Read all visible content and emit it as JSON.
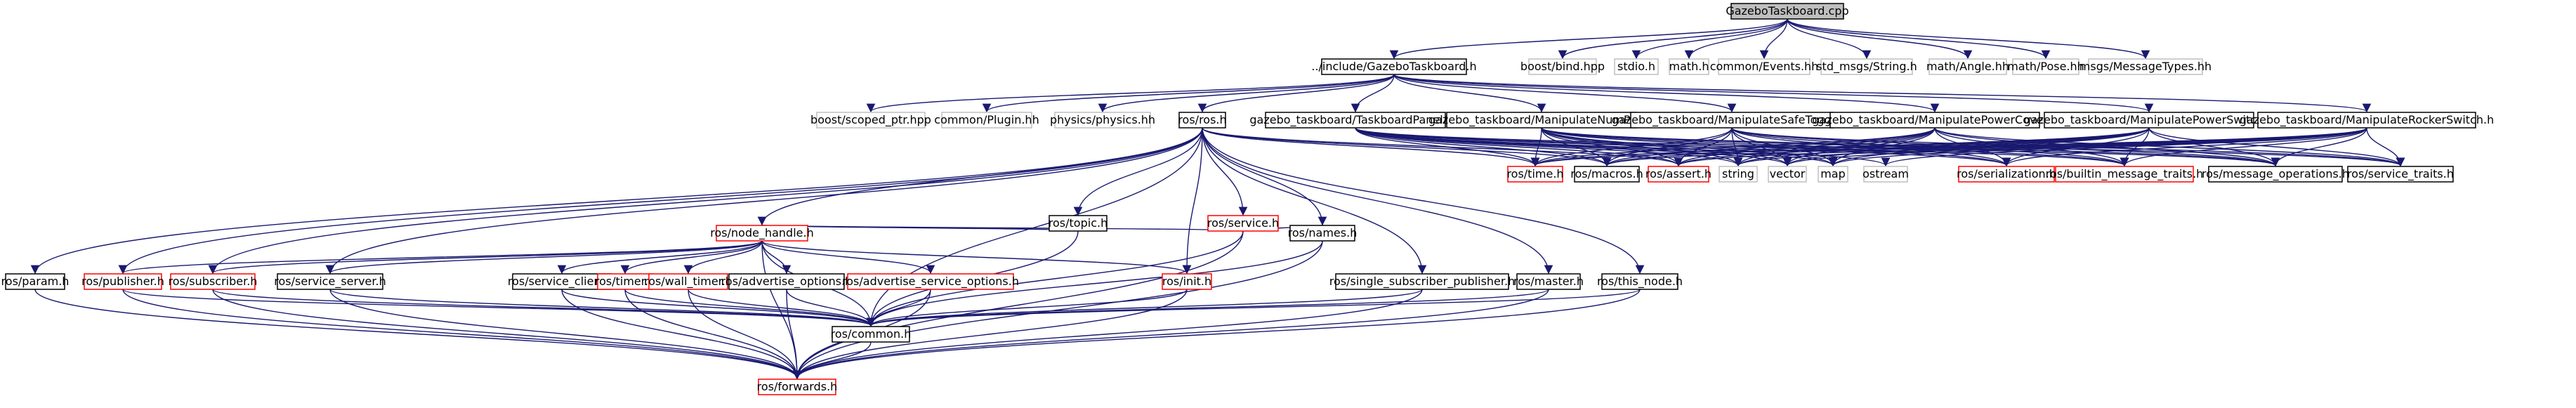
{
  "colors": {
    "root_fill": "#bfbfbf",
    "default_fill": "#ffffff",
    "border_black": "#000000",
    "border_gray": "#bfbfbf",
    "border_red": "#ff0000",
    "edge": "#191970"
  },
  "nodes": [
    {
      "id": "root",
      "label": "GazeboTaskboard.cpp",
      "style": "root"
    },
    {
      "id": "gtb_h",
      "label": "../include/GazeboTaskboard.h",
      "style": "black"
    },
    {
      "id": "boost_bind",
      "label": "boost/bind.hpp",
      "style": "gray"
    },
    {
      "id": "stdio",
      "label": "stdio.h",
      "style": "gray"
    },
    {
      "id": "math_h",
      "label": "math.h",
      "style": "gray"
    },
    {
      "id": "events",
      "label": "common/Events.hh",
      "style": "gray"
    },
    {
      "id": "std_string",
      "label": "std_msgs/String.h",
      "style": "gray"
    },
    {
      "id": "angle",
      "label": "math/Angle.hh",
      "style": "gray"
    },
    {
      "id": "pose",
      "label": "math/Pose.hh",
      "style": "gray"
    },
    {
      "id": "msgtypes",
      "label": "msgs/MessageTypes.hh",
      "style": "gray"
    },
    {
      "id": "scoped",
      "label": "boost/scoped_ptr.hpp",
      "style": "gray"
    },
    {
      "id": "plugin",
      "label": "common/Plugin.hh",
      "style": "gray"
    },
    {
      "id": "physics",
      "label": "physics/physics.hh",
      "style": "gray"
    },
    {
      "id": "ros_h",
      "label": "ros/ros.h",
      "style": "black"
    },
    {
      "id": "panel",
      "label": "gazebo_taskboard/TaskboardPanelA.h",
      "style": "black"
    },
    {
      "id": "numpad",
      "label": "gazebo_taskboard/ManipulateNumPad.h",
      "style": "black"
    },
    {
      "id": "safetoggle",
      "label": "gazebo_taskboard/ManipulateSafeToggle.h",
      "style": "black"
    },
    {
      "id": "powercover",
      "label": "gazebo_taskboard/ManipulatePowerCover.h",
      "style": "black"
    },
    {
      "id": "powerswitch",
      "label": "gazebo_taskboard/ManipulatePowerSwitch.h",
      "style": "black"
    },
    {
      "id": "rocker",
      "label": "gazebo_taskboard/ManipulateRockerSwitch.h",
      "style": "black"
    },
    {
      "id": "time",
      "label": "ros/time.h",
      "style": "red"
    },
    {
      "id": "macros",
      "label": "ros/macros.h",
      "style": "black"
    },
    {
      "id": "assert",
      "label": "ros/assert.h",
      "style": "red"
    },
    {
      "id": "string",
      "label": "string",
      "style": "gray"
    },
    {
      "id": "vector",
      "label": "vector",
      "style": "gray"
    },
    {
      "id": "map",
      "label": "map",
      "style": "gray"
    },
    {
      "id": "ostream",
      "label": "ostream",
      "style": "gray"
    },
    {
      "id": "serialization",
      "label": "ros/serialization.h",
      "style": "red"
    },
    {
      "id": "builtin",
      "label": "ros/builtin_message_traits.h",
      "style": "red"
    },
    {
      "id": "msgops",
      "label": "ros/message_operations.h",
      "style": "black"
    },
    {
      "id": "srvtraits",
      "label": "ros/service_traits.h",
      "style": "black"
    },
    {
      "id": "topic",
      "label": "ros/topic.h",
      "style": "black"
    },
    {
      "id": "service",
      "label": "ros/service.h",
      "style": "red"
    },
    {
      "id": "nodehandle",
      "label": "ros/node_handle.h",
      "style": "red"
    },
    {
      "id": "names",
      "label": "ros/names.h",
      "style": "black"
    },
    {
      "id": "param",
      "label": "ros/param.h",
      "style": "black"
    },
    {
      "id": "publisher",
      "label": "ros/publisher.h",
      "style": "red"
    },
    {
      "id": "subscriber",
      "label": "ros/subscriber.h",
      "style": "red"
    },
    {
      "id": "srvserver",
      "label": "ros/service_server.h",
      "style": "black"
    },
    {
      "id": "srvclient",
      "label": "ros/service_client.h",
      "style": "black"
    },
    {
      "id": "timer",
      "label": "ros/timer.h",
      "style": "red"
    },
    {
      "id": "walltimer",
      "label": "ros/wall_timer.h",
      "style": "red"
    },
    {
      "id": "advopts",
      "label": "ros/advertise_options.h",
      "style": "black"
    },
    {
      "id": "advsrvopts",
      "label": "ros/advertise_service_options.h",
      "style": "red"
    },
    {
      "id": "init",
      "label": "ros/init.h",
      "style": "red"
    },
    {
      "id": "singlepub",
      "label": "ros/single_subscriber_publisher.h",
      "style": "black"
    },
    {
      "id": "master",
      "label": "ros/master.h",
      "style": "black"
    },
    {
      "id": "thisnode",
      "label": "ros/this_node.h",
      "style": "black"
    },
    {
      "id": "common",
      "label": "ros/common.h",
      "style": "black"
    },
    {
      "id": "forwards",
      "label": "ros/forwards.h",
      "style": "red"
    }
  ],
  "edges": [
    [
      "root",
      "gtb_h"
    ],
    [
      "root",
      "boost_bind"
    ],
    [
      "root",
      "stdio"
    ],
    [
      "root",
      "math_h"
    ],
    [
      "root",
      "events"
    ],
    [
      "root",
      "std_string"
    ],
    [
      "root",
      "angle"
    ],
    [
      "root",
      "pose"
    ],
    [
      "root",
      "msgtypes"
    ],
    [
      "gtb_h",
      "scoped"
    ],
    [
      "gtb_h",
      "plugin"
    ],
    [
      "gtb_h",
      "physics"
    ],
    [
      "gtb_h",
      "ros_h"
    ],
    [
      "gtb_h",
      "panel"
    ],
    [
      "gtb_h",
      "numpad"
    ],
    [
      "gtb_h",
      "safetoggle"
    ],
    [
      "gtb_h",
      "powercover"
    ],
    [
      "gtb_h",
      "powerswitch"
    ],
    [
      "gtb_h",
      "rocker"
    ],
    [
      "ros_h",
      "time"
    ],
    [
      "ros_h",
      "macros"
    ],
    [
      "ros_h",
      "assert"
    ],
    [
      "ros_h",
      "topic"
    ],
    [
      "ros_h",
      "service"
    ],
    [
      "ros_h",
      "nodehandle"
    ],
    [
      "ros_h",
      "names"
    ],
    [
      "ros_h",
      "param"
    ],
    [
      "ros_h",
      "publisher"
    ],
    [
      "ros_h",
      "subscriber"
    ],
    [
      "ros_h",
      "srvserver"
    ],
    [
      "ros_h",
      "init"
    ],
    [
      "ros_h",
      "common"
    ],
    [
      "ros_h",
      "singlepub"
    ],
    [
      "ros_h",
      "master"
    ],
    [
      "ros_h",
      "thisnode"
    ],
    [
      "panel",
      "time"
    ],
    [
      "panel",
      "macros"
    ],
    [
      "panel",
      "assert"
    ],
    [
      "panel",
      "string"
    ],
    [
      "panel",
      "vector"
    ],
    [
      "panel",
      "map"
    ],
    [
      "panel",
      "ostream"
    ],
    [
      "panel",
      "serialization"
    ],
    [
      "panel",
      "builtin"
    ],
    [
      "panel",
      "msgops"
    ],
    [
      "numpad",
      "time"
    ],
    [
      "numpad",
      "macros"
    ],
    [
      "numpad",
      "assert"
    ],
    [
      "numpad",
      "string"
    ],
    [
      "numpad",
      "vector"
    ],
    [
      "numpad",
      "map"
    ],
    [
      "numpad",
      "serialization"
    ],
    [
      "numpad",
      "builtin"
    ],
    [
      "numpad",
      "msgops"
    ],
    [
      "numpad",
      "srvtraits"
    ],
    [
      "safetoggle",
      "time"
    ],
    [
      "safetoggle",
      "macros"
    ],
    [
      "safetoggle",
      "assert"
    ],
    [
      "safetoggle",
      "string"
    ],
    [
      "safetoggle",
      "vector"
    ],
    [
      "safetoggle",
      "map"
    ],
    [
      "safetoggle",
      "serialization"
    ],
    [
      "safetoggle",
      "builtin"
    ],
    [
      "safetoggle",
      "msgops"
    ],
    [
      "safetoggle",
      "srvtraits"
    ],
    [
      "powercover",
      "time"
    ],
    [
      "powercover",
      "macros"
    ],
    [
      "powercover",
      "assert"
    ],
    [
      "powercover",
      "string"
    ],
    [
      "powercover",
      "vector"
    ],
    [
      "powercover",
      "map"
    ],
    [
      "powercover",
      "serialization"
    ],
    [
      "powercover",
      "builtin"
    ],
    [
      "powercover",
      "msgops"
    ],
    [
      "powercover",
      "srvtraits"
    ],
    [
      "powerswitch",
      "time"
    ],
    [
      "powerswitch",
      "macros"
    ],
    [
      "powerswitch",
      "assert"
    ],
    [
      "powerswitch",
      "string"
    ],
    [
      "powerswitch",
      "vector"
    ],
    [
      "powerswitch",
      "map"
    ],
    [
      "powerswitch",
      "serialization"
    ],
    [
      "powerswitch",
      "builtin"
    ],
    [
      "powerswitch",
      "msgops"
    ],
    [
      "powerswitch",
      "srvtraits"
    ],
    [
      "rocker",
      "time"
    ],
    [
      "rocker",
      "macros"
    ],
    [
      "rocker",
      "assert"
    ],
    [
      "rocker",
      "string"
    ],
    [
      "rocker",
      "vector"
    ],
    [
      "rocker",
      "map"
    ],
    [
      "rocker",
      "ostream"
    ],
    [
      "rocker",
      "serialization"
    ],
    [
      "rocker",
      "builtin"
    ],
    [
      "rocker",
      "msgops"
    ],
    [
      "rocker",
      "srvtraits"
    ],
    [
      "topic",
      "nodehandle"
    ],
    [
      "topic",
      "common"
    ],
    [
      "service",
      "names"
    ],
    [
      "service",
      "nodehandle"
    ],
    [
      "service",
      "common"
    ],
    [
      "service",
      "forwards"
    ],
    [
      "nodehandle",
      "publisher"
    ],
    [
      "nodehandle",
      "subscriber"
    ],
    [
      "nodehandle",
      "srvserver"
    ],
    [
      "nodehandle",
      "srvclient"
    ],
    [
      "nodehandle",
      "timer"
    ],
    [
      "nodehandle",
      "walltimer"
    ],
    [
      "nodehandle",
      "advopts"
    ],
    [
      "nodehandle",
      "advsrvopts"
    ],
    [
      "nodehandle",
      "init"
    ],
    [
      "nodehandle",
      "common"
    ],
    [
      "nodehandle",
      "forwards"
    ],
    [
      "names",
      "common"
    ],
    [
      "names",
      "forwards"
    ],
    [
      "param",
      "forwards"
    ],
    [
      "publisher",
      "common"
    ],
    [
      "publisher",
      "forwards"
    ],
    [
      "subscriber",
      "common"
    ],
    [
      "subscriber",
      "forwards"
    ],
    [
      "srvserver",
      "common"
    ],
    [
      "srvserver",
      "forwards"
    ],
    [
      "srvclient",
      "common"
    ],
    [
      "srvclient",
      "forwards"
    ],
    [
      "timer",
      "common"
    ],
    [
      "timer",
      "forwards"
    ],
    [
      "walltimer",
      "common"
    ],
    [
      "walltimer",
      "forwards"
    ],
    [
      "advopts",
      "common"
    ],
    [
      "advopts",
      "forwards"
    ],
    [
      "advsrvopts",
      "common"
    ],
    [
      "advsrvopts",
      "forwards"
    ],
    [
      "init",
      "common"
    ],
    [
      "init",
      "forwards"
    ],
    [
      "singlepub",
      "common"
    ],
    [
      "singlepub",
      "forwards"
    ],
    [
      "master",
      "common"
    ],
    [
      "master",
      "forwards"
    ],
    [
      "thisnode",
      "common"
    ],
    [
      "thisnode",
      "forwards"
    ],
    [
      "common",
      "forwards"
    ]
  ]
}
